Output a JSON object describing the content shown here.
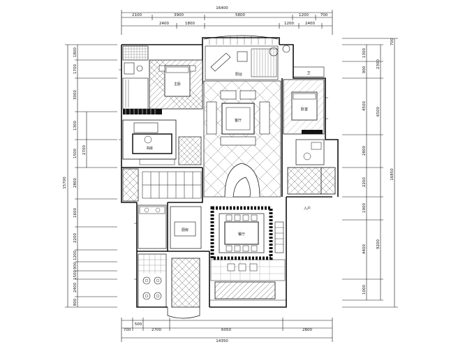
{
  "dims": {
    "top_total": "16400",
    "top": [
      "2100",
      "3900",
      "5800",
      "1200",
      "700"
    ],
    "top_inner": [
      "2400",
      "1800",
      "1200",
      "2400"
    ],
    "bottom_inner": [
      "700",
      "500",
      "2700",
      "6050",
      "2800"
    ],
    "bottom_total": "14350",
    "left_total": "15700",
    "left": [
      "1800",
      "1700",
      "3000",
      "1300",
      "1500",
      "2800",
      "1600",
      "2200",
      "1200",
      "900",
      "1500",
      "2400",
      "800"
    ],
    "left_inner": [
      "2700"
    ],
    "right_total": "16850",
    "right_mid": [
      "6500",
      "9200"
    ],
    "right": [
      "1300",
      "900",
      "4500",
      "2800",
      "2200",
      "1900",
      "4400",
      "1000"
    ],
    "right_small": [
      "700",
      "2300"
    ]
  },
  "labels": {
    "master_bed": "主卧",
    "bed_2": "卧室",
    "study": "书房",
    "living": "客厅",
    "kitchen": "厨房",
    "dining": "餐厅",
    "balcony": "阳台",
    "bath": "卫",
    "entry_note": "入户"
  }
}
